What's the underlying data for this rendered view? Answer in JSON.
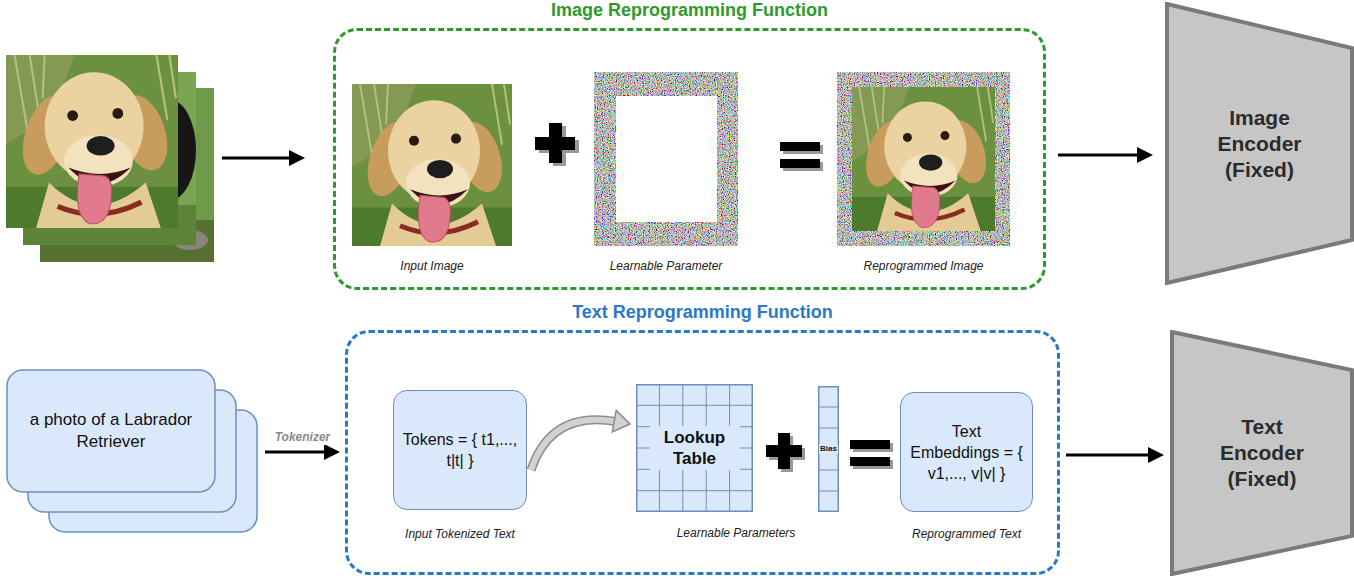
{
  "diagram": {
    "nodes": [
      {
        "text": [
          "Image Reprogramming Function"
        ]
      },
      {
        "text": [
          "Input Image"
        ],
        "in": 0
      },
      {
        "text": [
          "Learnable Parameter"
        ],
        "in": 0
      },
      {
        "text": [
          "Reprogrammed Image"
        ],
        "in": 0
      },
      {
        "text": [
          "Image Encoder (Fixed)"
        ]
      },
      {
        "text": [
          "Text Reprogramming Function"
        ]
      },
      {
        "text": [
          "a photo of a Labrador Retriever"
        ]
      },
      {
        "text": [
          "Tokens = { t1,..., t|t| }",
          "Input Tokenized Text"
        ],
        "in": 5
      },
      {
        "text": [
          "Lookup Table"
        ],
        "in": 5
      },
      {
        "text": [
          "Bias"
        ],
        "in": 5
      },
      {
        "text": [
          "Text Embeddings = { v1,..., v|v| }",
          "Reprogrammed Text"
        ],
        "in": 5
      },
      {
        "text": [
          "Text Encoder (Fixed)"
        ]
      }
    ],
    "edges": [
      {
        "from": 0,
        "to": 4,
        "arrow": "to"
      },
      {
        "from": 6,
        "to": 5,
        "label": "Tokenizer",
        "arrow": "to"
      },
      {
        "from": 7,
        "to": 8,
        "arrow": "to"
      },
      {
        "from": 5,
        "to": 11,
        "arrow": "to"
      }
    ],
    "labels": [
      "Learnable Parameters"
    ]
  }
}
